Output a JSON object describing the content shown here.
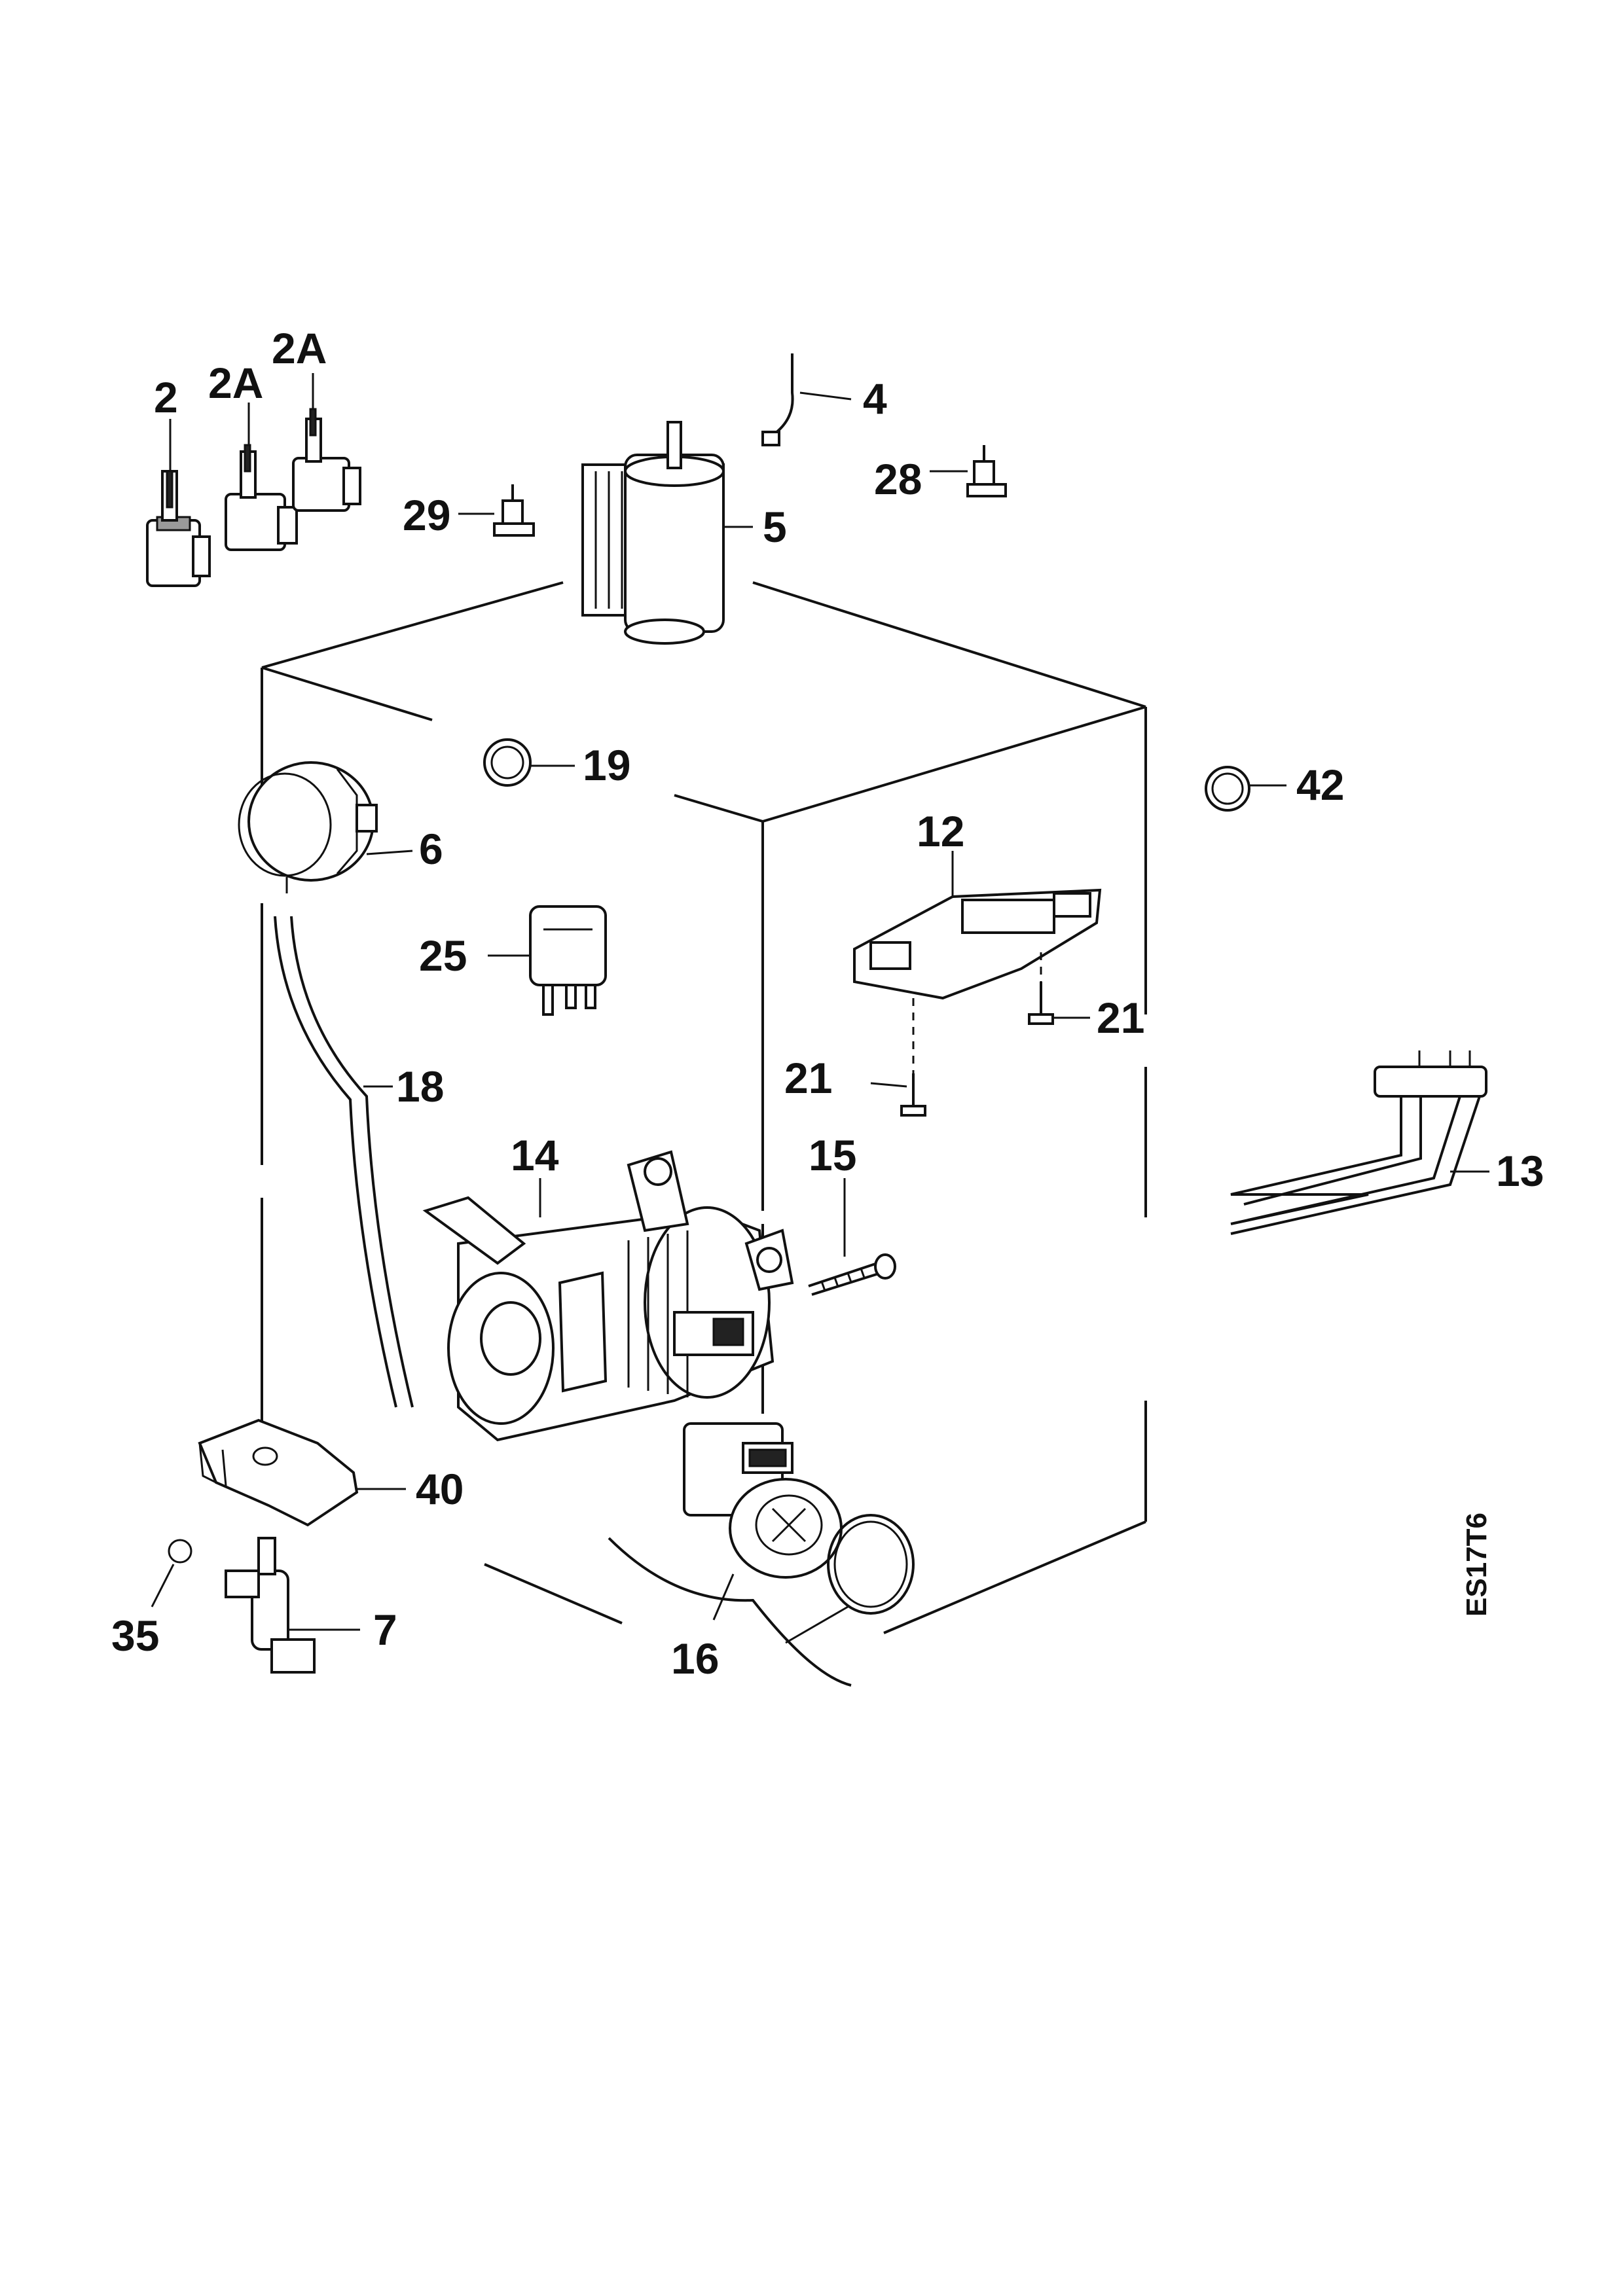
{
  "labels": {
    "p2": "2",
    "p2a_1": "2A",
    "p2a_2": "2A",
    "p4": "4",
    "p28": "28",
    "p29": "29",
    "p5": "5",
    "p19": "19",
    "p42": "42",
    "p6": "6",
    "p12": "12",
    "p25": "25",
    "p21_1": "21",
    "p21_2": "21",
    "p18": "18",
    "p13": "13",
    "p14": "14",
    "p15": "15",
    "p40": "40",
    "p35": "35",
    "p7": "7",
    "p16": "16"
  },
  "drawing_code": "ES17T6"
}
